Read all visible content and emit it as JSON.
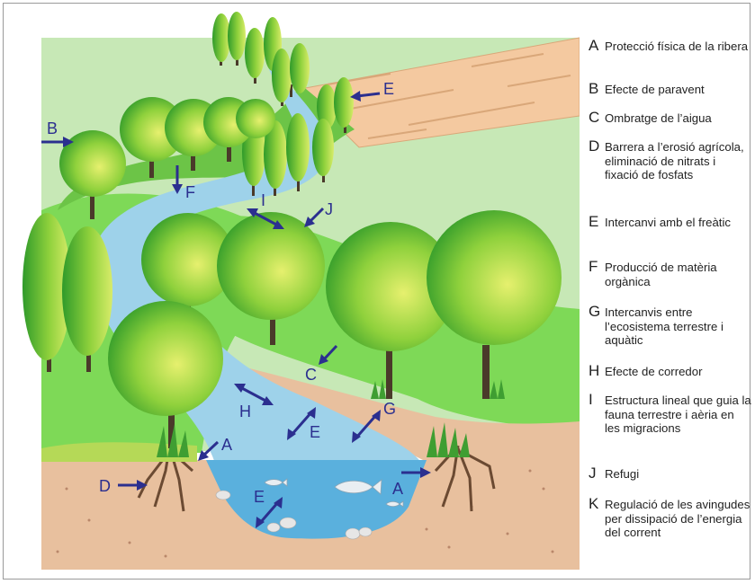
{
  "legend": [
    {
      "key": "A",
      "text": "Protecció física de la ribera"
    },
    {
      "key": "B",
      "text": "Efecte de paravent"
    },
    {
      "key": "C",
      "text": "Ombratge de l’aigua"
    },
    {
      "key": "D",
      "text": "Barrera a l’erosió agrícola, eliminació de nitrats i fixació de fosfats"
    },
    {
      "key": "E",
      "text": "Intercanvi amb el freàtic"
    },
    {
      "key": "F",
      "text": "Producció de matèria orgànica"
    },
    {
      "key": "G",
      "text": "Intercanvis entre l’ecosistema terrestre i aquàtic"
    },
    {
      "key": "H",
      "text": "Efecte de corredor"
    },
    {
      "key": "I",
      "text": "Estructura lineal que guia la fauna terrestre i aèria en les migracions"
    },
    {
      "key": "J",
      "text": "Refugi"
    },
    {
      "key": "K",
      "text": "Regulació de les avingudes per dissipació de l’energia del corrent"
    }
  ],
  "scene_labels": {
    "A1": "A",
    "A2": "A",
    "B": "B",
    "C": "C",
    "D": "D",
    "E1": "E",
    "E2": "E",
    "E3": "E",
    "F": "F",
    "G": "G",
    "H": "H",
    "I": "I",
    "J": "J"
  },
  "colors": {
    "arrow": "#2b2f8f",
    "grass": "#7ed957",
    "ground": "#e8c09e",
    "water": "#9ed2ea",
    "field": "#f4c9a0"
  }
}
